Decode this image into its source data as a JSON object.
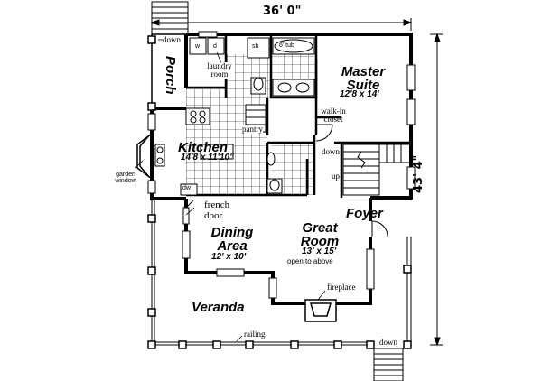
{
  "plan": {
    "width_dim": "36' 0\"",
    "depth_dim": "43' 4\"",
    "rooms": {
      "master": {
        "name_line1": "Master",
        "name_line2": "Suite",
        "size": "12'8 x 14'"
      },
      "kitchen": {
        "name": "Kitchen",
        "size": "14'8 x 11'10\""
      },
      "great": {
        "name_line1": "Great",
        "name_line2": "Room",
        "size": "13' x 15'",
        "note": "open to above"
      },
      "dining": {
        "name_line1": "Dining",
        "name_line2": "Area",
        "size": "12' x 10'"
      },
      "foyer": {
        "name": "Foyer"
      },
      "veranda": {
        "name": "Veranda"
      },
      "porch": {
        "name": "Porch"
      }
    },
    "labels": {
      "down_top": "down",
      "down_bottom": "down",
      "down_stair": "down",
      "up_stair": "up",
      "laundry_line1": "laundry",
      "laundry_line2": "room",
      "walkin_line1": "walk-in",
      "walkin_line2": "closet",
      "pantry": "pantry",
      "garden_line1": "garden",
      "garden_line2": "window",
      "french_line1": "french",
      "french_line2": "door",
      "fireplace": "fireplace",
      "railing": "railing",
      "tub": "6' tub",
      "washer": "w",
      "dryer": "d",
      "shower": "sh",
      "dishwasher": "dw"
    }
  }
}
